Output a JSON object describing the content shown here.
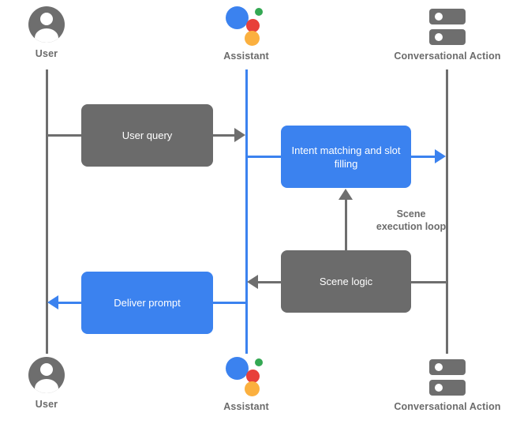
{
  "diagram": {
    "title": "Conversational Action scene execution sequence diagram",
    "colors": {
      "gray": "#6b6b6b",
      "blue": "#3b82ef",
      "green": "#34a853",
      "red": "#e8403a",
      "yellow": "#fbb03f",
      "background": "#ffffff",
      "text_on_box": "#ffffff",
      "label_text": "#6b6b6b"
    },
    "actors_top": [
      {
        "id": "user-top",
        "label": "User",
        "icon": "user-avatar-icon",
        "lifeline_color": "#6e6e6e"
      },
      {
        "id": "assistant-top",
        "label": "Assistant",
        "icon": "google-assistant-icon",
        "lifeline_color": "#3b82ef"
      },
      {
        "id": "conversational-action-top",
        "label": "Conversational Action",
        "icon": "server-rack-icon",
        "lifeline_color": "#6e6e6e"
      }
    ],
    "actors_bottom": [
      {
        "id": "user-bottom",
        "label": "User",
        "icon": "user-avatar-icon"
      },
      {
        "id": "assistant-bottom",
        "label": "Assistant",
        "icon": "google-assistant-icon"
      },
      {
        "id": "conversational-action-bottom",
        "label": "Conversational Action",
        "icon": "server-rack-icon"
      }
    ],
    "boxes": [
      {
        "id": "user-query",
        "label": "User query",
        "style": "gray"
      },
      {
        "id": "intent-matching",
        "label": "Intent matching\nand slot filling",
        "style": "blue"
      },
      {
        "id": "scene-logic",
        "label": "Scene\nlogic",
        "style": "gray"
      },
      {
        "id": "deliver-prompt",
        "label": "Deliver prompt",
        "style": "blue"
      }
    ],
    "annotations": [
      {
        "id": "scene-execution-loop",
        "label": "Scene\nexecution loop"
      }
    ]
  }
}
